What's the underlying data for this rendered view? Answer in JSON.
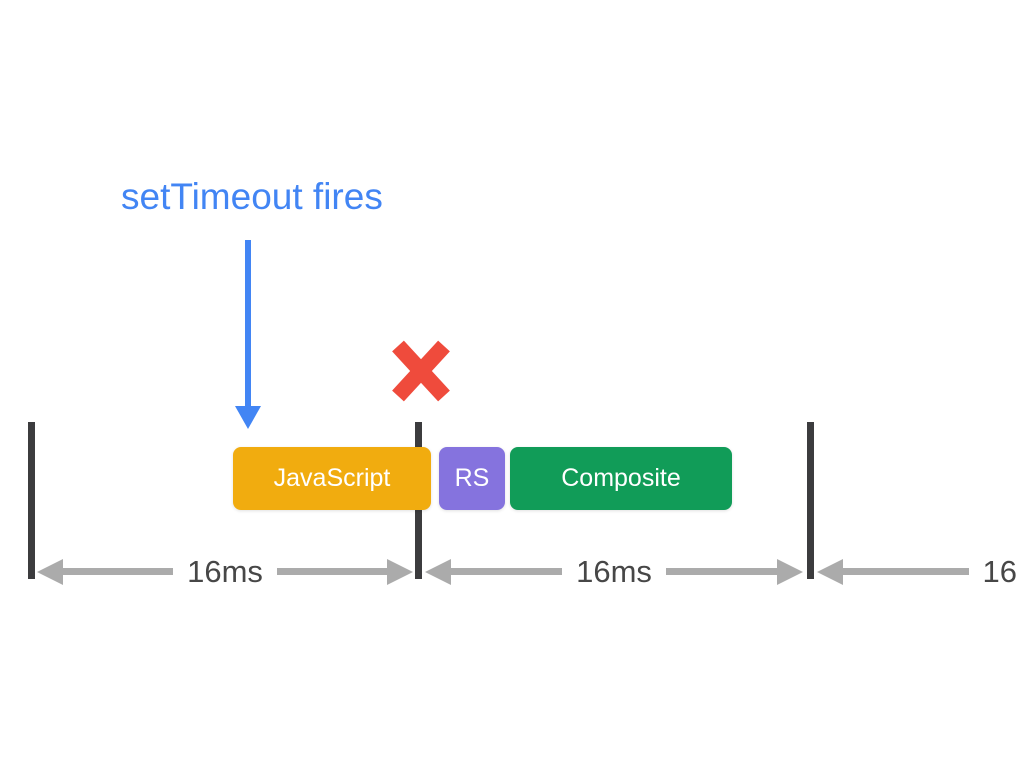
{
  "page": {
    "background": "#FFFFFF"
  },
  "annotation": {
    "label": "setTimeout fires",
    "color": "#4285F4"
  },
  "marker": {
    "name": "missed-frame-x",
    "color": "#EF4B3C"
  },
  "tasks": [
    {
      "id": "javascript",
      "label": "JavaScript",
      "color": "#F1AC0F"
    },
    {
      "id": "rs",
      "label": "RS",
      "color": "#8573DE"
    },
    {
      "id": "composite",
      "label": "Composite",
      "color": "#119C58"
    }
  ],
  "timeline": {
    "bar_color": "#3C3C3E",
    "arrow_color": "#ABABAB",
    "label_color": "#474747",
    "frame_boundaries": 3,
    "intervals": [
      {
        "label": "16ms"
      },
      {
        "label": "16ms"
      },
      {
        "label": "16"
      }
    ]
  }
}
